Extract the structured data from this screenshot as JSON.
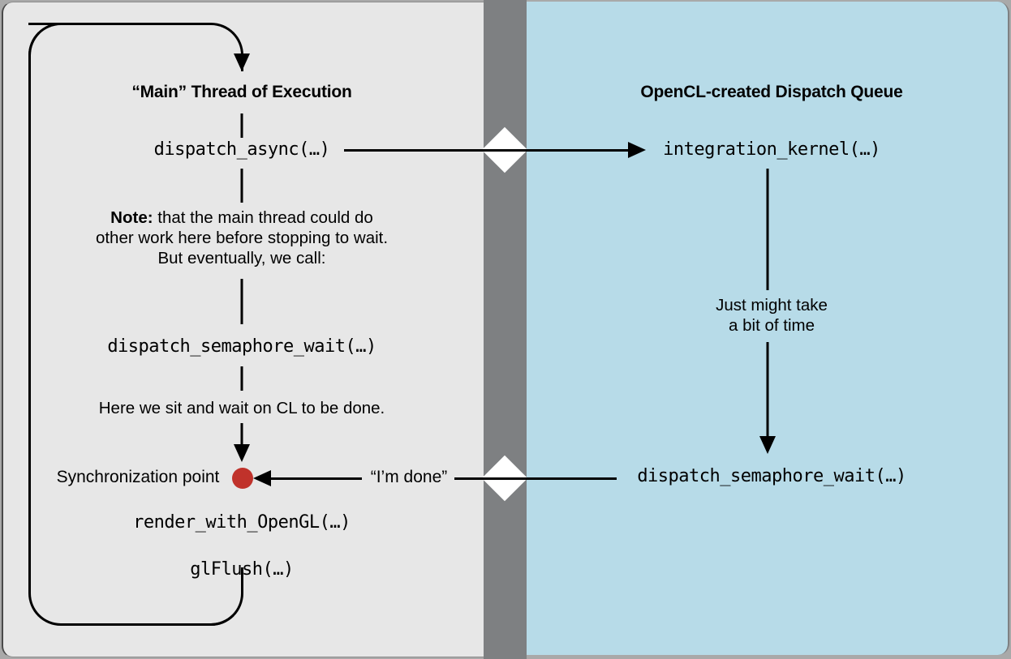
{
  "diagram": {
    "title": "OpenCL dispatch / synchronization flow",
    "colors": {
      "outer_background": "#a9a9a9",
      "left_panel": "#e7e7e7",
      "divider_band": "#7e8082",
      "right_panel": "#b7dbe8",
      "sync_dot": "#c0322b",
      "line": "#000000",
      "diamond": "#ffffff"
    }
  },
  "left_column": {
    "heading": "“Main” Thread of Execution",
    "calls": {
      "dispatch_async": "dispatch_async(…)",
      "dispatch_semaphore_wait": "dispatch_semaphore_wait(…)",
      "render_with_opengl": "render_with_OpenGL(…)",
      "gl_flush": "glFlush(…)"
    },
    "note": {
      "lead": "Note:",
      "line1": " that the main thread could do",
      "line2": "other work here before stopping to wait.",
      "line3": "But eventually, we call:"
    },
    "wait_caption": "Here we sit and wait on CL to be done.",
    "sync_label": "Synchronization point"
  },
  "right_column": {
    "heading": "OpenCL-created Dispatch Queue",
    "calls": {
      "integration_kernel": "integration_kernel(…)",
      "dispatch_semaphore_wait": "dispatch_semaphore_wait(…)"
    },
    "duration_note": {
      "line1": "Just might take",
      "line2": "a bit of time"
    }
  },
  "cross_messages": {
    "done_label": "“I’m done”"
  }
}
